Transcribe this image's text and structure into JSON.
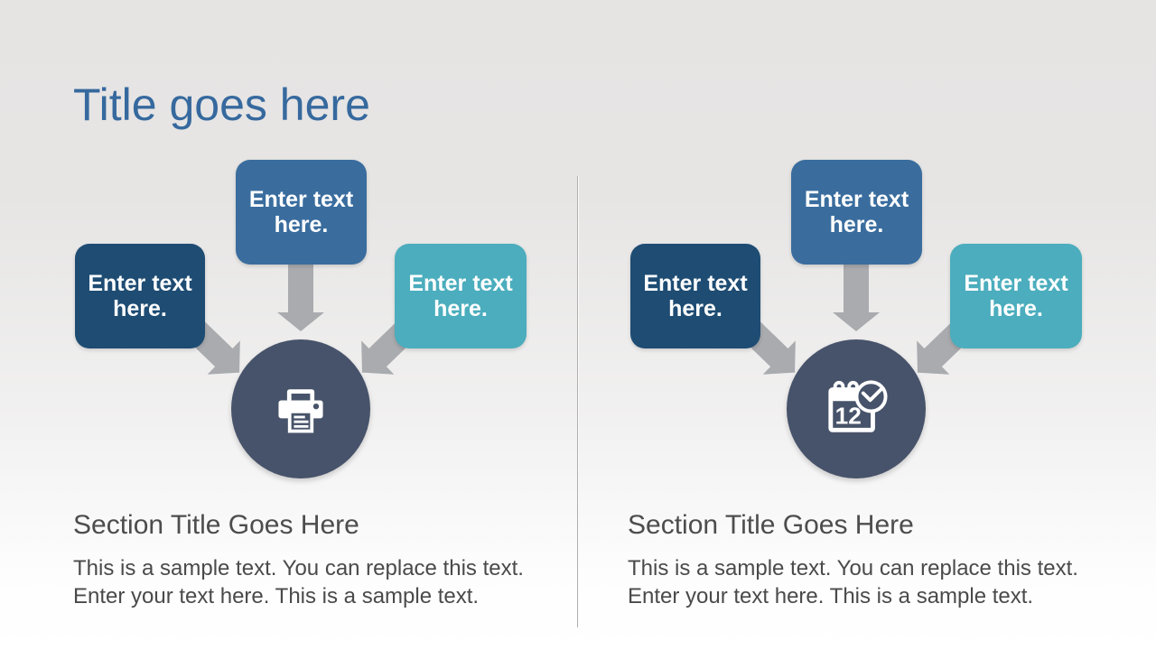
{
  "slide_title": {
    "text": "Title goes here",
    "color": "#36699e"
  },
  "background": {
    "top": "#e5e4e3",
    "bottom": "#ffffff"
  },
  "divider_color": "#b0b0b0",
  "arrow_color": "#a9abaf",
  "panels": [
    {
      "id": "left",
      "hub_icon": "printer-icon",
      "hub_color": "#47536a",
      "boxes": [
        {
          "position": "left",
          "label": "Enter text here.",
          "color": "#1e4c73"
        },
        {
          "position": "top",
          "label": "Enter text here.",
          "color": "#3a6d9e"
        },
        {
          "position": "right",
          "label": "Enter text here.",
          "color": "#4badbd"
        }
      ],
      "section": {
        "title": "Section Title Goes Here",
        "body": "This is a sample text. You can replace this text. Enter your text here. This is a sample text."
      }
    },
    {
      "id": "right",
      "hub_icon": "calendar-clock-icon",
      "hub_color": "#47536a",
      "hub_badge": "12",
      "boxes": [
        {
          "position": "left",
          "label": "Enter text here.",
          "color": "#1e4c73"
        },
        {
          "position": "top",
          "label": "Enter text here.",
          "color": "#3a6d9e"
        },
        {
          "position": "right",
          "label": "Enter text here.",
          "color": "#4badbd"
        }
      ],
      "section": {
        "title": "Section Title Goes Here",
        "body": "This is a sample text. You can replace this text. Enter your text here. This is a sample text."
      }
    }
  ]
}
